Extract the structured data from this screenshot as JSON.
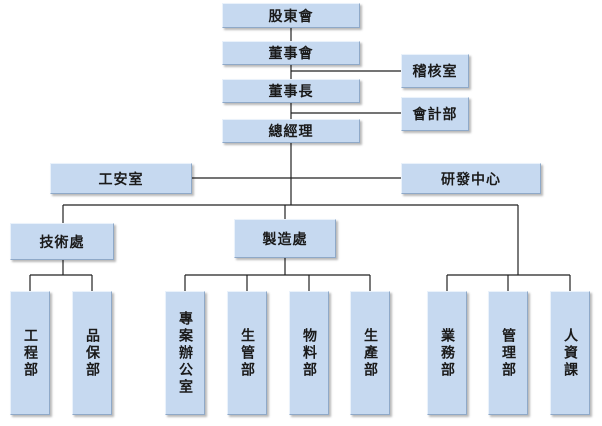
{
  "nodes": {
    "shareholders": "股東會",
    "board": "董事會",
    "audit": "稽核室",
    "chairman": "董事長",
    "accounting": "會計部",
    "general_manager": "總經理",
    "safety": "工安室",
    "rnd": "研發中心",
    "technical": "技術處",
    "manufacturing": "製造處",
    "engineering": "工程部",
    "quality": "品保部",
    "project_office": "專案辦公室",
    "production_control": "生管部",
    "materials": "物料部",
    "production": "生產部",
    "sales": "業務部",
    "management": "管理部",
    "hr": "人資課"
  }
}
